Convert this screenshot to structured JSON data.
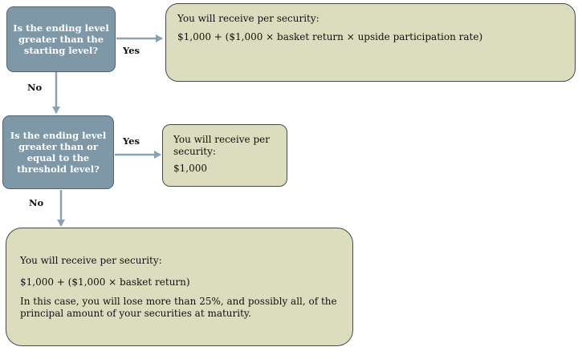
{
  "decisions": [
    {
      "text": "Is the ending level greater than the starting level?"
    },
    {
      "text": "Is the ending level greater than or equal to the threshold level?"
    }
  ],
  "outcomes": [
    {
      "heading": "You will receive per security:",
      "formula": "$1,000 + ($1,000 × basket return × upside participation rate)"
    },
    {
      "heading": "You will receive per security:",
      "formula": "$1,000"
    },
    {
      "heading": "You will receive per security:",
      "formula": "$1,000 + ($1,000 × basket return)",
      "note": "In this case, you will lose more than 25%, and possibly all, of the principal amount of your securities at maturity."
    }
  ],
  "labels": {
    "yes1": "Yes",
    "no1": "No",
    "yes2": "Yes",
    "no2": "No"
  },
  "colors": {
    "decision_fill": "#7f98a8",
    "outcome_fill": "#dcdcbf",
    "arrow": "#8aa2b1"
  }
}
